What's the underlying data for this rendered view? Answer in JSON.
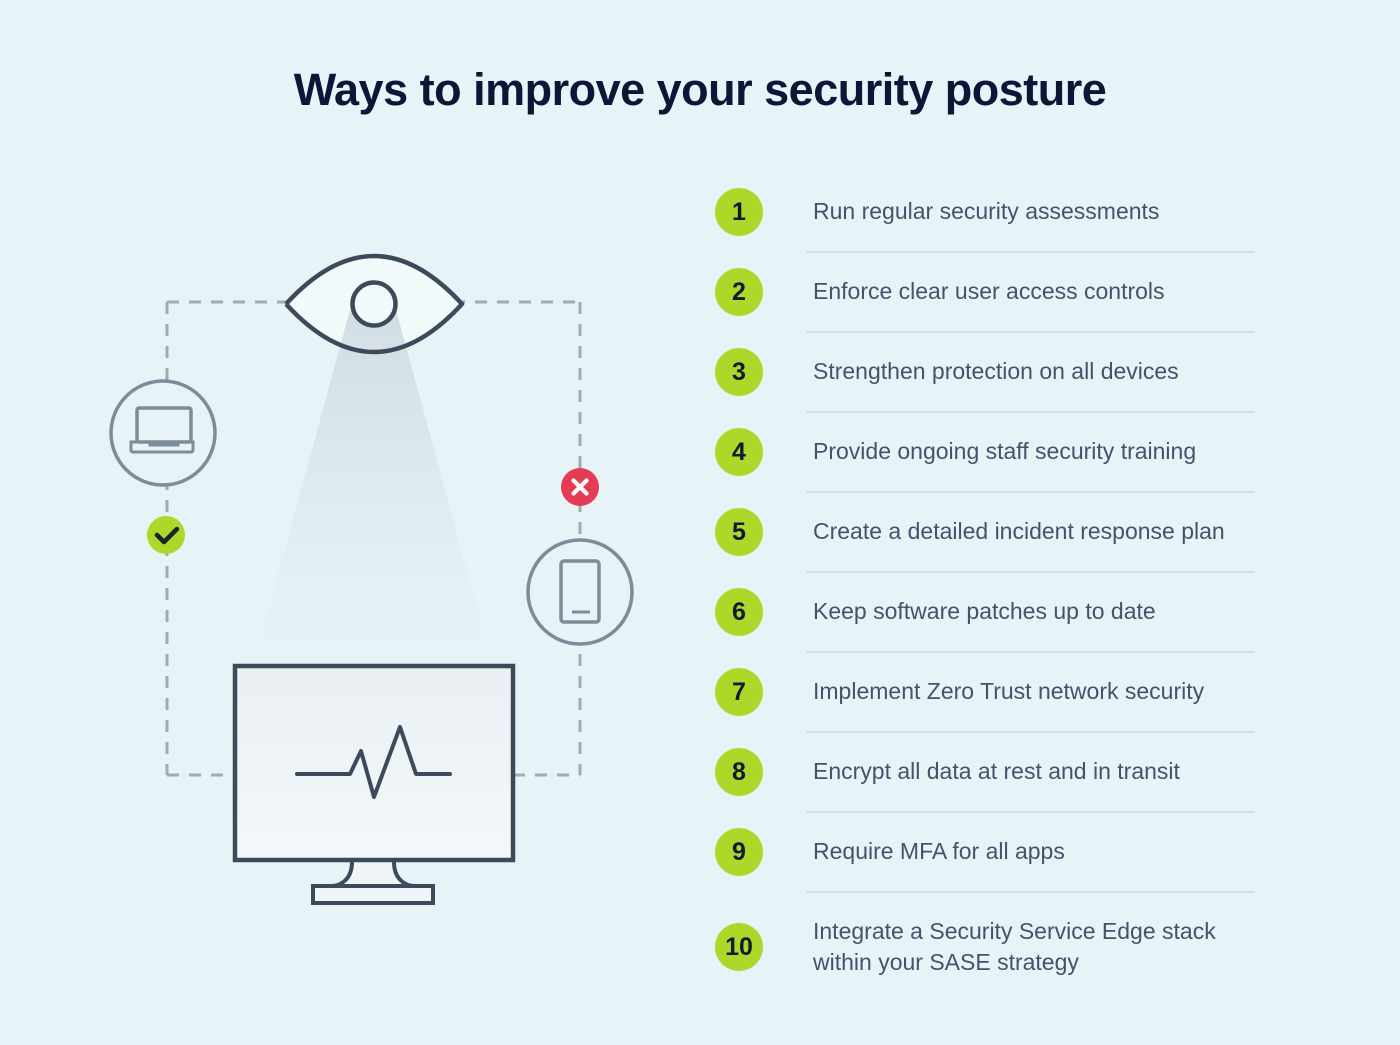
{
  "title": "Ways to improve your security posture",
  "colors": {
    "background": "#e7f3f7",
    "accent_green": "#abd829",
    "alert_red": "#e63b54",
    "navy": "#0c1636",
    "list_text": "#44536b",
    "line_gray": "#a0abb2",
    "icon_stroke": "#7c8d9a",
    "dark_stroke": "#3d4a5c",
    "divider": "#d2e1e7",
    "badge_number": "#121b2b"
  },
  "list": {
    "items": [
      {
        "number": "1",
        "label": "Run regular security assessments"
      },
      {
        "number": "2",
        "label": "Enforce clear user access controls"
      },
      {
        "number": "3",
        "label": "Strengthen protection on all devices"
      },
      {
        "number": "4",
        "label": "Provide ongoing staff security training"
      },
      {
        "number": "5",
        "label": "Create a detailed incident response plan"
      },
      {
        "number": "6",
        "label": "Keep software patches up to date"
      },
      {
        "number": "7",
        "label": "Implement Zero Trust network security"
      },
      {
        "number": "8",
        "label": "Encrypt all data at rest and in transit"
      },
      {
        "number": "9",
        "label": "Require MFA for all apps"
      },
      {
        "number": "10",
        "label": "Integrate a Security Service Edge stack within your SASE strategy"
      }
    ]
  },
  "illustration": {
    "icons": [
      "eye-icon",
      "laptop-icon",
      "check-icon",
      "monitor-heartbeat-icon",
      "x-icon",
      "smartphone-icon"
    ]
  }
}
